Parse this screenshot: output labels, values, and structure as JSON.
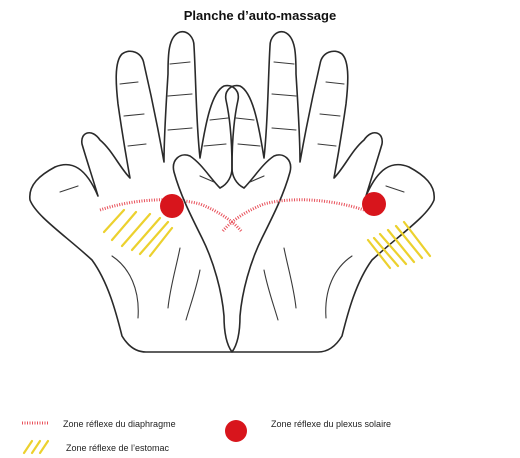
{
  "title": "Planche d’auto-massage",
  "legend": {
    "diaphragm": "Zone réflexe du diaphragme",
    "stomach": "Zone réflexe de l’estomac",
    "solar_plexus": "Zone réflexe du plexus solaire"
  },
  "colors": {
    "outline": "#2a2a2a",
    "diaphragm_line": "#e8505a",
    "stomach_hatch": "#ecd12e",
    "solar_plexus_dot": "#d8151c"
  }
}
